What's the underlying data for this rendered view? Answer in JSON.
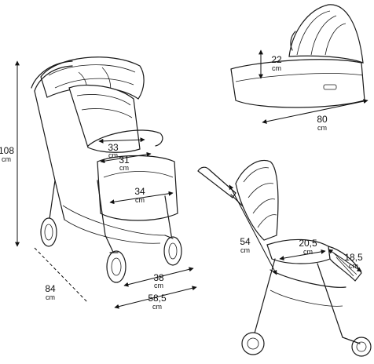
{
  "dimensions": {
    "height_total": {
      "value": "108",
      "unit": "cm"
    },
    "depth_base": {
      "value": "84",
      "unit": "cm"
    },
    "seat_width_top": {
      "value": "33",
      "unit": "cm"
    },
    "seat_width_mid": {
      "value": "31",
      "unit": "cm"
    },
    "seat_width_base": {
      "value": "34",
      "unit": "cm"
    },
    "wheelbase_front": {
      "value": "38",
      "unit": "cm"
    },
    "wheelbase_width": {
      "value": "58,5",
      "unit": "cm"
    },
    "carrycot_height": {
      "value": "22",
      "unit": "cm"
    },
    "carrycot_length": {
      "value": "80",
      "unit": "cm"
    },
    "folded_backrest": {
      "value": "54",
      "unit": "cm"
    },
    "folded_seat_depth": {
      "value": "20,5",
      "unit": "cm"
    },
    "footrest_length": {
      "value": "18,5",
      "unit": "cm"
    }
  },
  "colors": {
    "line": "#1a1a1a",
    "background": "#ffffff"
  }
}
